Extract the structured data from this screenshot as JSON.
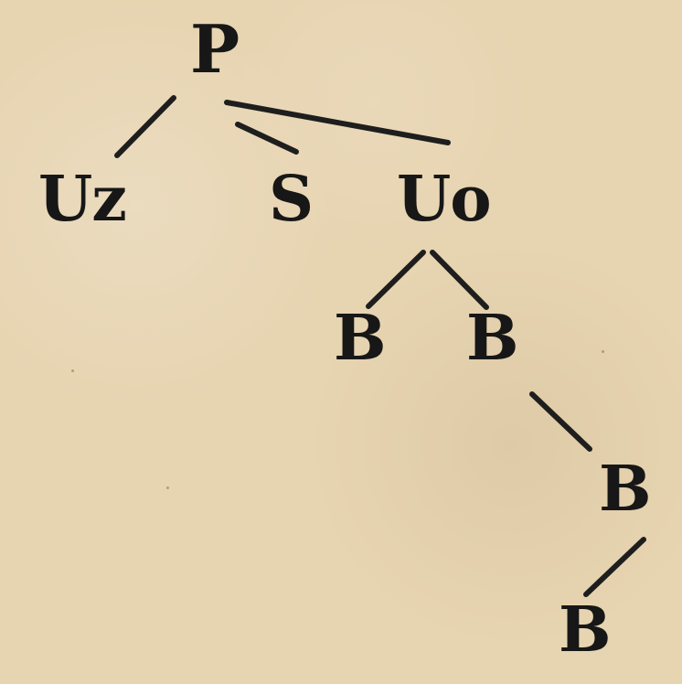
{
  "tree": {
    "root": "P",
    "level_1": [
      "Uz",
      "S",
      "Uo"
    ],
    "level_2": [
      "B",
      "B"
    ],
    "level_3": [
      "B"
    ],
    "level_4": [
      "B"
    ]
  },
  "colors": {
    "paper": "#e7d4b1",
    "ink": "#171717"
  }
}
